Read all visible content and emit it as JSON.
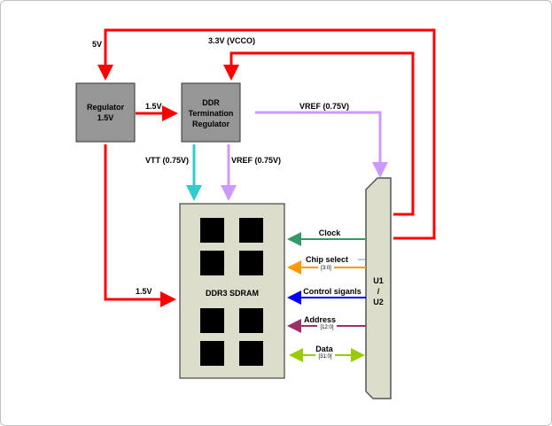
{
  "diagram": {
    "colors": {
      "power": "#ff0000",
      "vtt": "#33cccc",
      "vref": "#cc99ff",
      "clock": "#339966",
      "chip_select": "#ff9900",
      "chip_select_tick": "#6699cc",
      "control": "#0000ff",
      "address": "#993366",
      "data": "#99cc00",
      "regulator_fill": "#969696",
      "memory_fill": "#dcdecb",
      "chip_fill": "#000000"
    },
    "blocks": {
      "regulator": {
        "line1": "Regulator",
        "line2": "1.5V"
      },
      "ddr_term": {
        "line1": "DDR",
        "line2": "Termination",
        "line3": "Regulator"
      },
      "sdram": {
        "label": "DDR3 SDRAM",
        "chip_count": 8
      },
      "fpga": {
        "line1": "U1",
        "line2": "/",
        "line3": "U2"
      }
    },
    "connections": {
      "v5": "5V",
      "v33": "3.3V (VCCO)",
      "v15_term": "1.5V",
      "v15_sdram": "1.5V",
      "vref_top": "VREF (0.75V)",
      "vtt": "VTT (0.75V)",
      "vref_sdram": "VREF (0.75V)",
      "clock": "Clock",
      "chip_select": "Chip select",
      "chip_select_bus": "[3:0]",
      "control": "Control siganls",
      "address": "Address",
      "address_bus": "[12:0]",
      "data": "Data",
      "data_bus": "[31:0]"
    }
  }
}
